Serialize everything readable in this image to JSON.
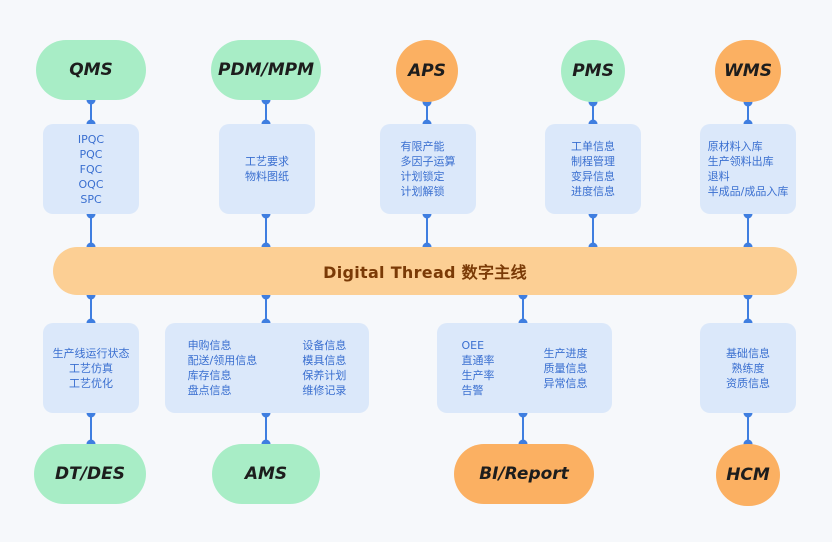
{
  "diagram": {
    "center": {
      "label": "Digital Thread 数字主线"
    },
    "top": [
      {
        "system": "QMS",
        "color": "green",
        "items": [
          "IPQC",
          "PQC",
          "FQC",
          "OQC",
          "SPC"
        ]
      },
      {
        "system": "PDM/MPM",
        "color": "green",
        "items": [
          "工艺要求",
          "物料图纸"
        ]
      },
      {
        "system": "APS",
        "color": "orange",
        "items": [
          "有限产能",
          "多因子运算",
          "计划锁定",
          "计划解锁"
        ]
      },
      {
        "system": "PMS",
        "color": "green",
        "items": [
          "工单信息",
          "制程管理",
          "变异信息",
          "进度信息"
        ]
      },
      {
        "system": "WMS",
        "color": "orange",
        "items": [
          "原材料入库",
          "生产领料出库",
          "退料",
          "半成品/成品入库"
        ]
      }
    ],
    "bottom": [
      {
        "system": "DT/DES",
        "color": "green",
        "items": [
          "生产线运行状态",
          "工艺仿真",
          "工艺优化"
        ]
      },
      {
        "system": "AMS",
        "color": "green",
        "items_left": [
          "申购信息",
          "配送/领用信息",
          "库存信息",
          "盘点信息"
        ],
        "items_right": [
          "设备信息",
          "模具信息",
          "保养计划",
          "维修记录"
        ]
      },
      {
        "system": "BI/Report",
        "color": "orange",
        "items_left": [
          "OEE",
          "直通率",
          "生产率",
          "告警"
        ],
        "items_right": [
          "生产进度",
          "质量信息",
          "异常信息"
        ]
      },
      {
        "system": "HCM",
        "color": "orange",
        "items": [
          "基础信息",
          "熟练度",
          "资质信息"
        ]
      }
    ],
    "colors": {
      "green": "#a8edc6",
      "orange": "#fbb062",
      "box": "#dbe8fa",
      "text_blue": "#3a6fd0",
      "line": "#3f7ee0",
      "thread": "#fccf94"
    }
  }
}
